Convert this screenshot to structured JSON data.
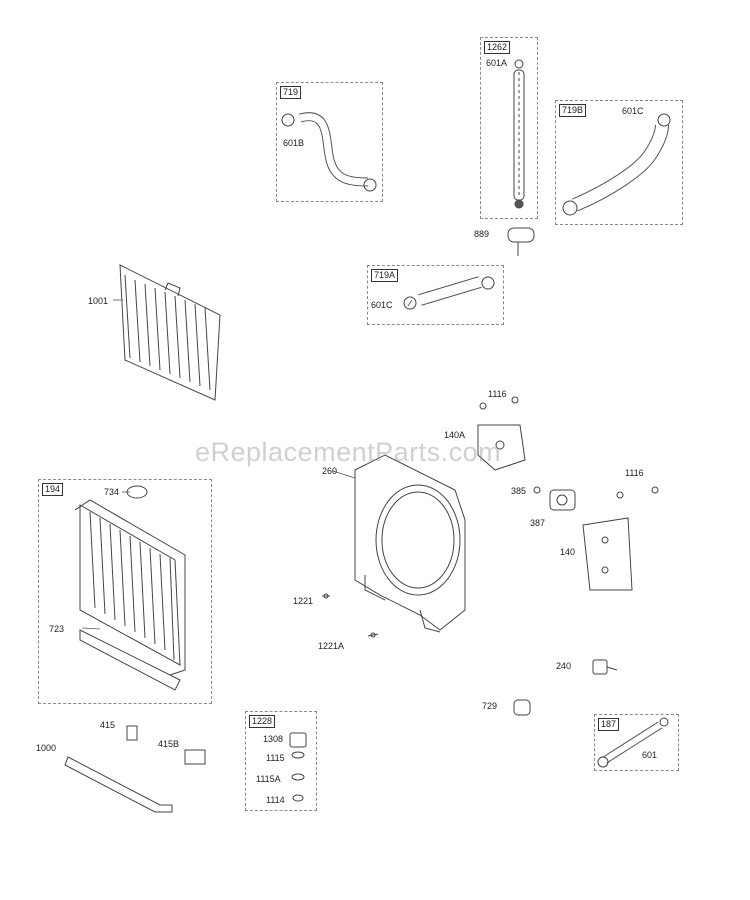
{
  "watermark": "eReplacementParts.com",
  "callouts": {
    "c1001": "1001",
    "c719": "719",
    "c601B": "601B",
    "c1262": "1262",
    "c601A": "601A",
    "c719B": "719B",
    "c601C_top": "601C",
    "c889": "889",
    "c719A": "719A",
    "c601C_mid": "601C",
    "c1116_a": "1116",
    "c140A": "140A",
    "c260": "260",
    "c1116_b": "1116",
    "c385": "385",
    "c387": "387",
    "c140": "140",
    "c194": "194",
    "c734": "734",
    "c723": "723",
    "c1221": "1221",
    "c1221A": "1221A",
    "c240": "240",
    "c729": "729",
    "c187": "187",
    "c601": "601",
    "c415": "415",
    "c415B": "415B",
    "c1000": "1000",
    "c1228": "1228",
    "c1308": "1308",
    "c1115": "1115",
    "c1115A": "1115A",
    "c1114": "1114"
  }
}
